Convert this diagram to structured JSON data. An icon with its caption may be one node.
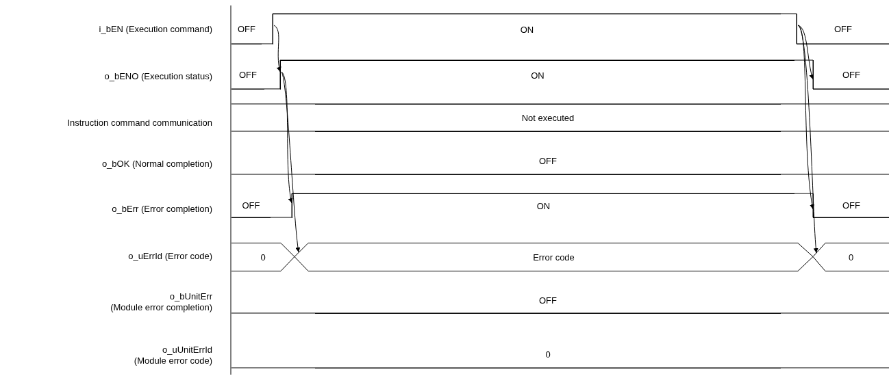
{
  "diagram": {
    "nodes": [
      {
        "text": [
          "OFF"
        ]
      },
      {
        "text": [
          "ON"
        ]
      },
      {
        "text": [
          "OFF"
        ]
      },
      {
        "text": [
          "OFF"
        ]
      },
      {
        "text": [
          "ON"
        ]
      },
      {
        "text": [
          "OFF"
        ]
      },
      {
        "text": [
          "Not executed"
        ]
      },
      {
        "text": [
          "OFF"
        ]
      },
      {
        "text": [
          "OFF"
        ]
      },
      {
        "text": [
          "ON"
        ]
      },
      {
        "text": [
          "OFF"
        ]
      },
      {
        "text": [
          "0"
        ]
      },
      {
        "text": [
          "Error code"
        ]
      },
      {
        "text": [
          "0"
        ]
      },
      {
        "text": [
          "OFF"
        ]
      },
      {
        "text": [
          "0"
        ]
      }
    ],
    "edges": [
      {
        "from": 1,
        "to": 4,
        "arrow": "to"
      },
      {
        "from": 4,
        "to": 9,
        "arrow": "to"
      },
      {
        "from": 4,
        "to": 12,
        "arrow": "to"
      },
      {
        "from": 2,
        "to": 5,
        "arrow": "to"
      },
      {
        "from": 2,
        "to": 10,
        "arrow": "to"
      },
      {
        "from": 2,
        "to": 13,
        "arrow": "to"
      }
    ],
    "labels": [
      "i_bEN (Execution command)",
      "o_bENO (Execution status)",
      "Instruction command communication",
      "o_bOK (Normal completion)",
      "o_bErr (Error completion)",
      "o_uErrId (Error code)",
      "o_bUnitErr (Module error completion)",
      "o_uUnitErrId (Module error code)"
    ]
  }
}
